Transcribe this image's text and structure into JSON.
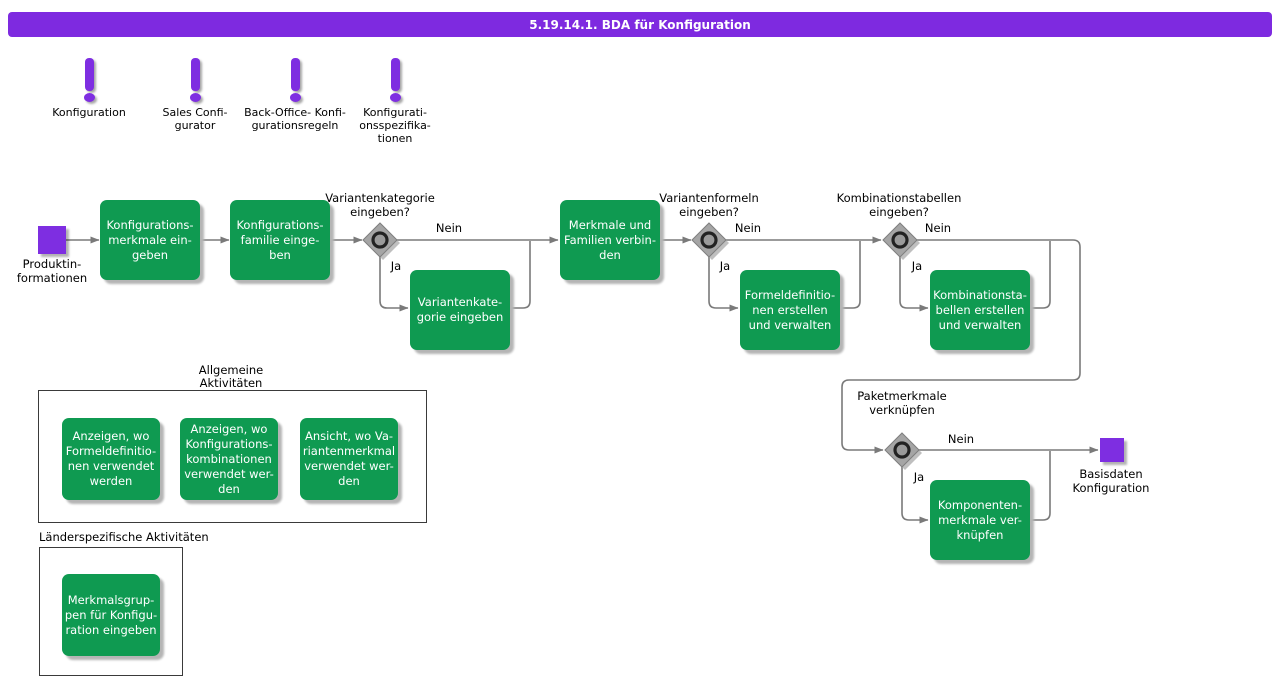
{
  "header": {
    "title": "5.19.14.1. BDA für Konfiguration"
  },
  "colors": {
    "accent_purple": "#7e2ae0",
    "node_purple": "#7e2ee1",
    "task_green": "#0f9a51",
    "connector_gray": "#7a7a7a",
    "diamond_gray": "#a5a5a5"
  },
  "inputs": [
    {
      "icon": "exclamation-icon",
      "label": "Konfiguration"
    },
    {
      "icon": "exclamation-icon",
      "label": "Sales Confi-\ngurator"
    },
    {
      "icon": "exclamation-icon",
      "label": "Back-Office- Konfi-\ngurationsregeln"
    },
    {
      "icon": "exclamation-icon",
      "label": "Konfigurati-\nonsspezifika-\ntionen"
    }
  ],
  "start": {
    "label": "Produktin-\nformationen"
  },
  "end": {
    "label": "Basisdaten\nKonfiguration"
  },
  "tasks": {
    "konfigurationsmerkmale": "Konfigurations-\nmerkmale ein-\ngeben",
    "konfigurationsfamilie": "Konfigurations-\nfamilie einge-\nben",
    "variantenkategorie": "Variantenkate-\ngorie eingeben",
    "merkmale_verbinden": "Merkmale und\nFamilien verbin-\nden",
    "formeldefinitionen": "Formeldefinitio-\nnen erstellen\nund verwalten",
    "kombinationstabellen": "Kombinationsta-\nbellen erstellen\nund verwalten",
    "komponentenmerkmale": "Komponenten-\nmerkmale ver-\nknüpfen"
  },
  "decisions": {
    "variantenkategorie": {
      "label": "Variantenkategorie\neingeben?",
      "yes": "Ja",
      "no": "Nein"
    },
    "variantenformeln": {
      "label": "Variantenformeln\neingeben?",
      "yes": "Ja",
      "no": "Nein"
    },
    "kombinationstabellen": {
      "label": "Kombinationstabellen\neingeben?",
      "yes": "Ja",
      "no": "Nein"
    },
    "paketmerkmale": {
      "label": "Paketmerkmale\nverknüpfen",
      "yes": "Ja",
      "no": "Nein"
    }
  },
  "groups": {
    "general": {
      "title": "Allgemeine\nAktivitäten",
      "tasks": [
        "Anzeigen, wo\nFormeldefinitio-\nnen verwendet\nwerden",
        "Anzeigen, wo\nKonfigurations-\nkombinationen\nverwendet wer-\nden",
        "Ansicht, wo Va-\nriantenmerkmal\nverwendet wer-\nden"
      ]
    },
    "country": {
      "title": "Länderspezifische Aktivitäten",
      "tasks": [
        "Merkmalsgrup-\npen für Konfigu-\nration eingeben"
      ]
    }
  }
}
